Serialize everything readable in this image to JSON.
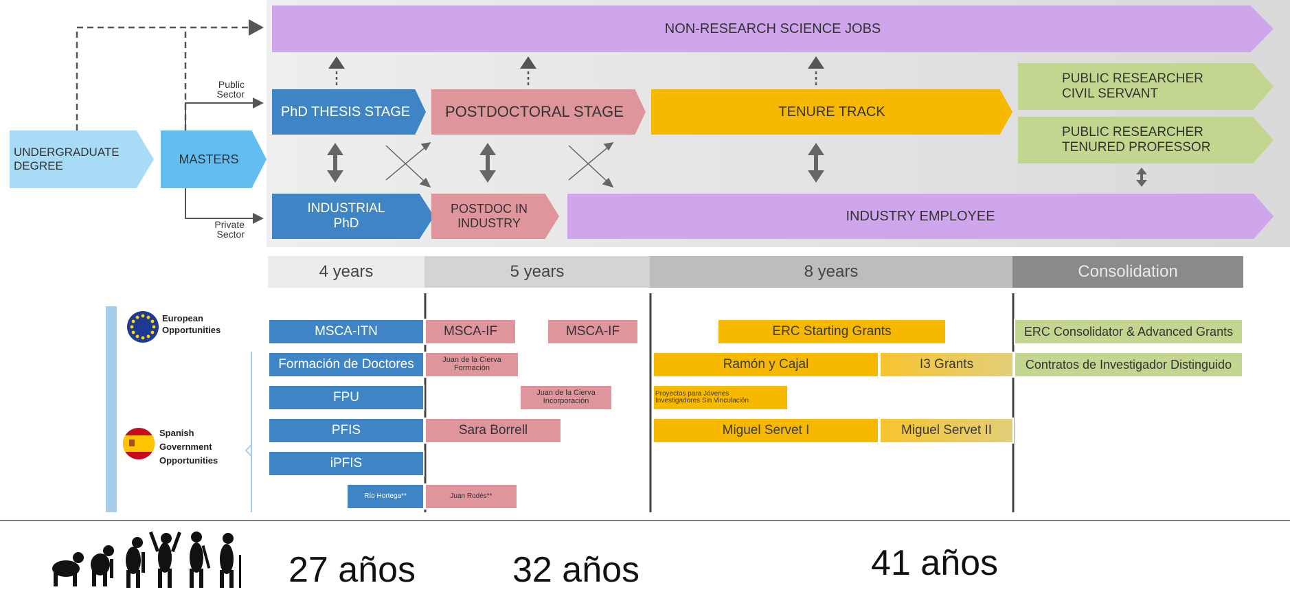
{
  "colors": {
    "purple": "#cfa6ec",
    "dark_blue": "#3f85c5",
    "light_blue": "#a8dcf6",
    "sky_blue": "#62bdf0",
    "pink": "#df959c",
    "yellow": "#f7b900",
    "green": "#c3d68f",
    "grey_panel": "#e4e4e4"
  },
  "flow": {
    "non_research": "NON-RESEARCH SCIENCE JOBS",
    "undergraduate": "UNDERGRADUATE\nDEGREE",
    "masters": "MASTERS",
    "public_sector": "Public\nSector",
    "private_sector": "Private\nSector",
    "phd_thesis": "PhD THESIS STAGE",
    "postdoctoral": "POSTDOCTORAL STAGE",
    "tenure_track": "TENURE TRACK",
    "public_civil_servant": "PUBLIC RESEARCHER\nCIVIL SERVANT",
    "public_tenured": "PUBLIC RESEARCHER\nTENURED PROFESSOR",
    "industrial_phd": "INDUSTRIAL\nPhD",
    "postdoc_industry": "POSTDOC IN\nINDUSTRY",
    "industry_employee": "INDUSTRY EMPLOYEE"
  },
  "periods": [
    "4 years",
    "5 years",
    "8 years",
    "Consolidation"
  ],
  "opportunities": {
    "european": "European\nOpportunities",
    "spanish": "Spanish\nGovernment\nOpportunities"
  },
  "grants": {
    "msca_itn": "MSCA-ITN",
    "msca_if_1": "MSCA-IF",
    "msca_if_2": "MSCA-IF",
    "erc_starting": "ERC Starting Grants",
    "erc_consolidator": "ERC Consolidator & Advanced Grants",
    "formacion_doctores": "Formación de Doctores",
    "jdlc_formacion": "Juan de la Cierva\nFormación",
    "ramon_y_cajal": "Ramón y Cajal",
    "i3": "I3 Grants",
    "contratos": "Contratos de Investigador Distinguido",
    "fpu": "FPU",
    "jdlc_incorporacion": "Juan de la Cierva\nIncorporación",
    "proyectos": "Proyectos para Jóvenes\nInvestigadores Sin Vinculación",
    "pfis": "PFIS",
    "sara_borrell": "Sara Borrell",
    "miguel_servet_1": "Miguel Servet I",
    "miguel_servet_2": "Miguel Servet II",
    "ipfis": "iPFIS",
    "rio_hortega": "Río Hortega**",
    "juan_rodes": "Juan Rodés**"
  },
  "ages": [
    "27 años",
    "32 años",
    "41 años"
  ]
}
